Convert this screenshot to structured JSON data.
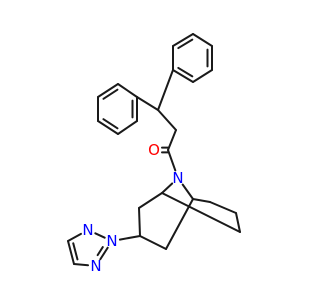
{
  "molecule": {
    "colors": {
      "bond": "#1a1a1a",
      "carbon": "#1a1a1a",
      "nitrogen": "#0000ff",
      "oxygen": "#ff0000",
      "background": "#ffffff"
    },
    "atoms": [
      {
        "id": "O1",
        "label": "O"
      },
      {
        "id": "N8",
        "label": "N"
      },
      {
        "id": "Nt2",
        "label": "N"
      },
      {
        "id": "Nt1",
        "label": "N"
      },
      {
        "id": "Nt3",
        "label": "N"
      }
    ]
  }
}
